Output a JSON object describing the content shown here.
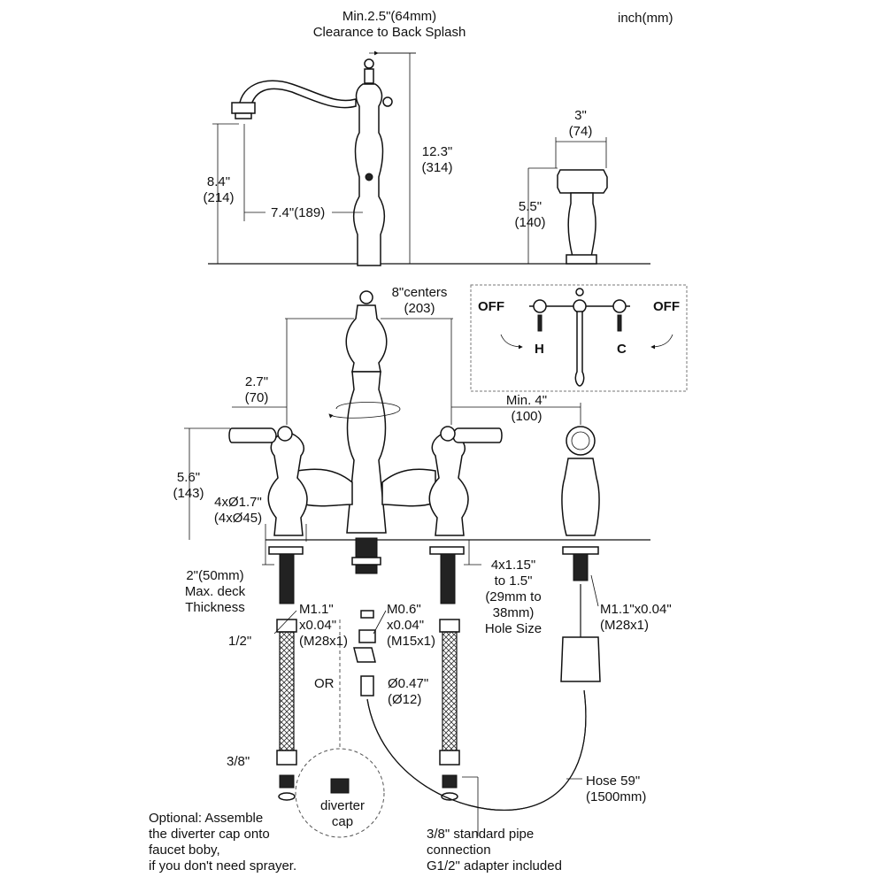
{
  "units_label": "inch(mm)",
  "top_view": {
    "clearance_1": "Min.2.5\"(64mm)",
    "clearance_2": "Clearance to Back Splash",
    "height_in": "12.3\"",
    "height_mm": "(314)",
    "spout_height_in": "8.4\"",
    "spout_height_mm": "(214)",
    "reach": "7.4\"(189)",
    "sprayer_width_in": "3\"",
    "sprayer_width_mm": "(74)",
    "sprayer_height_in": "5.5\"",
    "sprayer_height_mm": "(140)"
  },
  "front_view": {
    "centers_1": "8\"centers",
    "centers_2": "(203)",
    "handle_offset_in": "2.7\"",
    "handle_offset_mm": "(70)",
    "min_dist_in": "Min. 4\"",
    "min_dist_mm": "(100)",
    "body_height_in": "5.6\"",
    "body_height_mm": "(143)",
    "base_dia_in": "4xØ1.7\"",
    "base_dia_mm": "(4xØ45)",
    "deck_1": "2\"(50mm)",
    "deck_2": "Max. deck",
    "deck_3": "Thickness",
    "hole_1": "4x1.15\"",
    "hole_2": "to 1.5\"",
    "hole_3": "(29mm to",
    "hole_4": "38mm)",
    "hole_5": "Hole Size",
    "thread_a_1": "M1.1\"",
    "thread_a_2": "x0.04\"",
    "thread_a_3": "(M28x1)",
    "thread_b_1": "M0.6\"",
    "thread_b_2": "x0.04\"",
    "thread_b_3": "(M15x1)",
    "thread_c_1": "M1.1\"x0.04\"",
    "thread_c_2": "(M28x1)",
    "half_inch": "1/2\"",
    "three_eighths": "3/8\"",
    "or_label": "OR",
    "dia_in": "Ø0.47\"",
    "dia_mm": "(Ø12)",
    "hose_1": "Hose 59\"",
    "hose_2": "(1500mm)",
    "diverter_1": "diverter",
    "diverter_2": "cap",
    "optional_1": "Optional: Assemble",
    "optional_2": "the diverter cap onto",
    "optional_3": "faucet boby,",
    "optional_4": "if you don't need sprayer.",
    "pipe_1": "3/8\" standard pipe",
    "pipe_2": "connection",
    "pipe_3": "G1/2\" adapter included"
  },
  "inset": {
    "off_left": "OFF",
    "off_right": "OFF",
    "hot": "H",
    "cold": "C"
  }
}
